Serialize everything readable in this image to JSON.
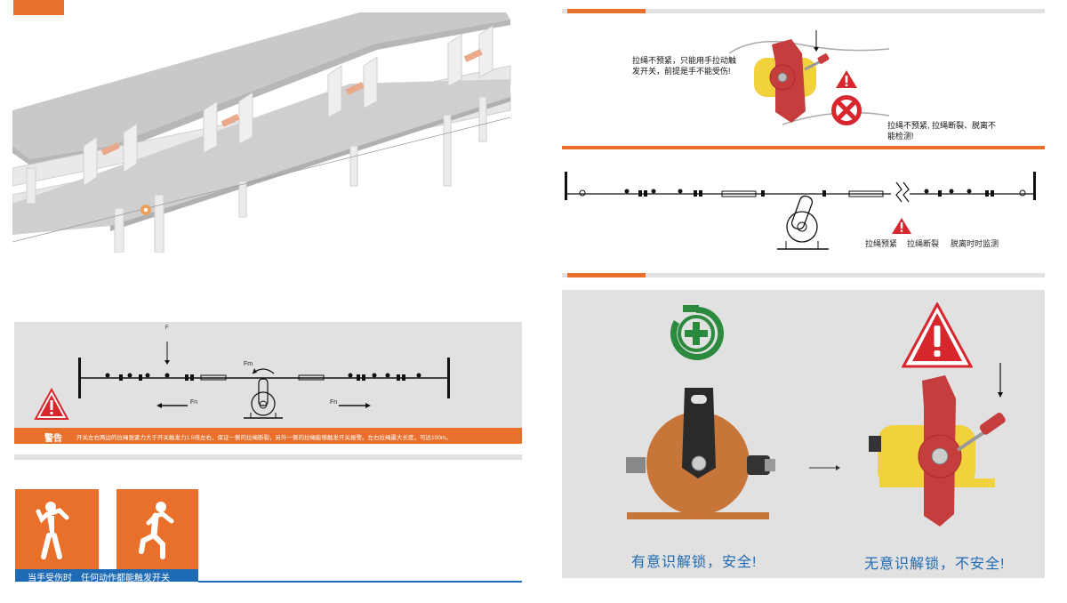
{
  "colors": {
    "accent": "#e9702a",
    "panel_grey": "#e1e1e1",
    "caption_blue": "#1f6ab4",
    "footer_blue": "#1f6ab4",
    "green": "#2b8a3e",
    "warning_red": "#d8262d",
    "switch_red": "#c63d3d",
    "switch_yellow": "#f2d23c",
    "switch_orange": "#c8753a"
  },
  "warning_panel": {
    "label": "警告",
    "text": "开关左右两边的拉绳张紧力大于开关触发力1.5倍左右，保证一侧的拉绳断裂，另外一侧的拉绳能够触发开关报警。左右拉绳最大长度，可达100m。",
    "force_labels": {
      "fm": "Fm",
      "fn_left": "Fn",
      "fn_right": "Fn",
      "arrow_top": "F"
    }
  },
  "hazard": {
    "caption": "当手受伤时　任何动作都能触发开关",
    "icons": [
      "injured-hand-person-icon",
      "running-person-icon"
    ]
  },
  "right_top": {
    "note_left": "拉绳不预紧，只能用手拉动触发开关，前提是手不能受伤!",
    "note_right": "拉绳不预紧, 拉绳断裂、脱离不能检测!"
  },
  "right_middle": {
    "labels": [
      "拉绳预紧",
      "拉绳断裂",
      "脱离时时监测"
    ]
  },
  "right_bottom": {
    "caption_safe": "有意识解锁，安全!",
    "caption_unsafe": "无意识解锁，不安全!"
  }
}
